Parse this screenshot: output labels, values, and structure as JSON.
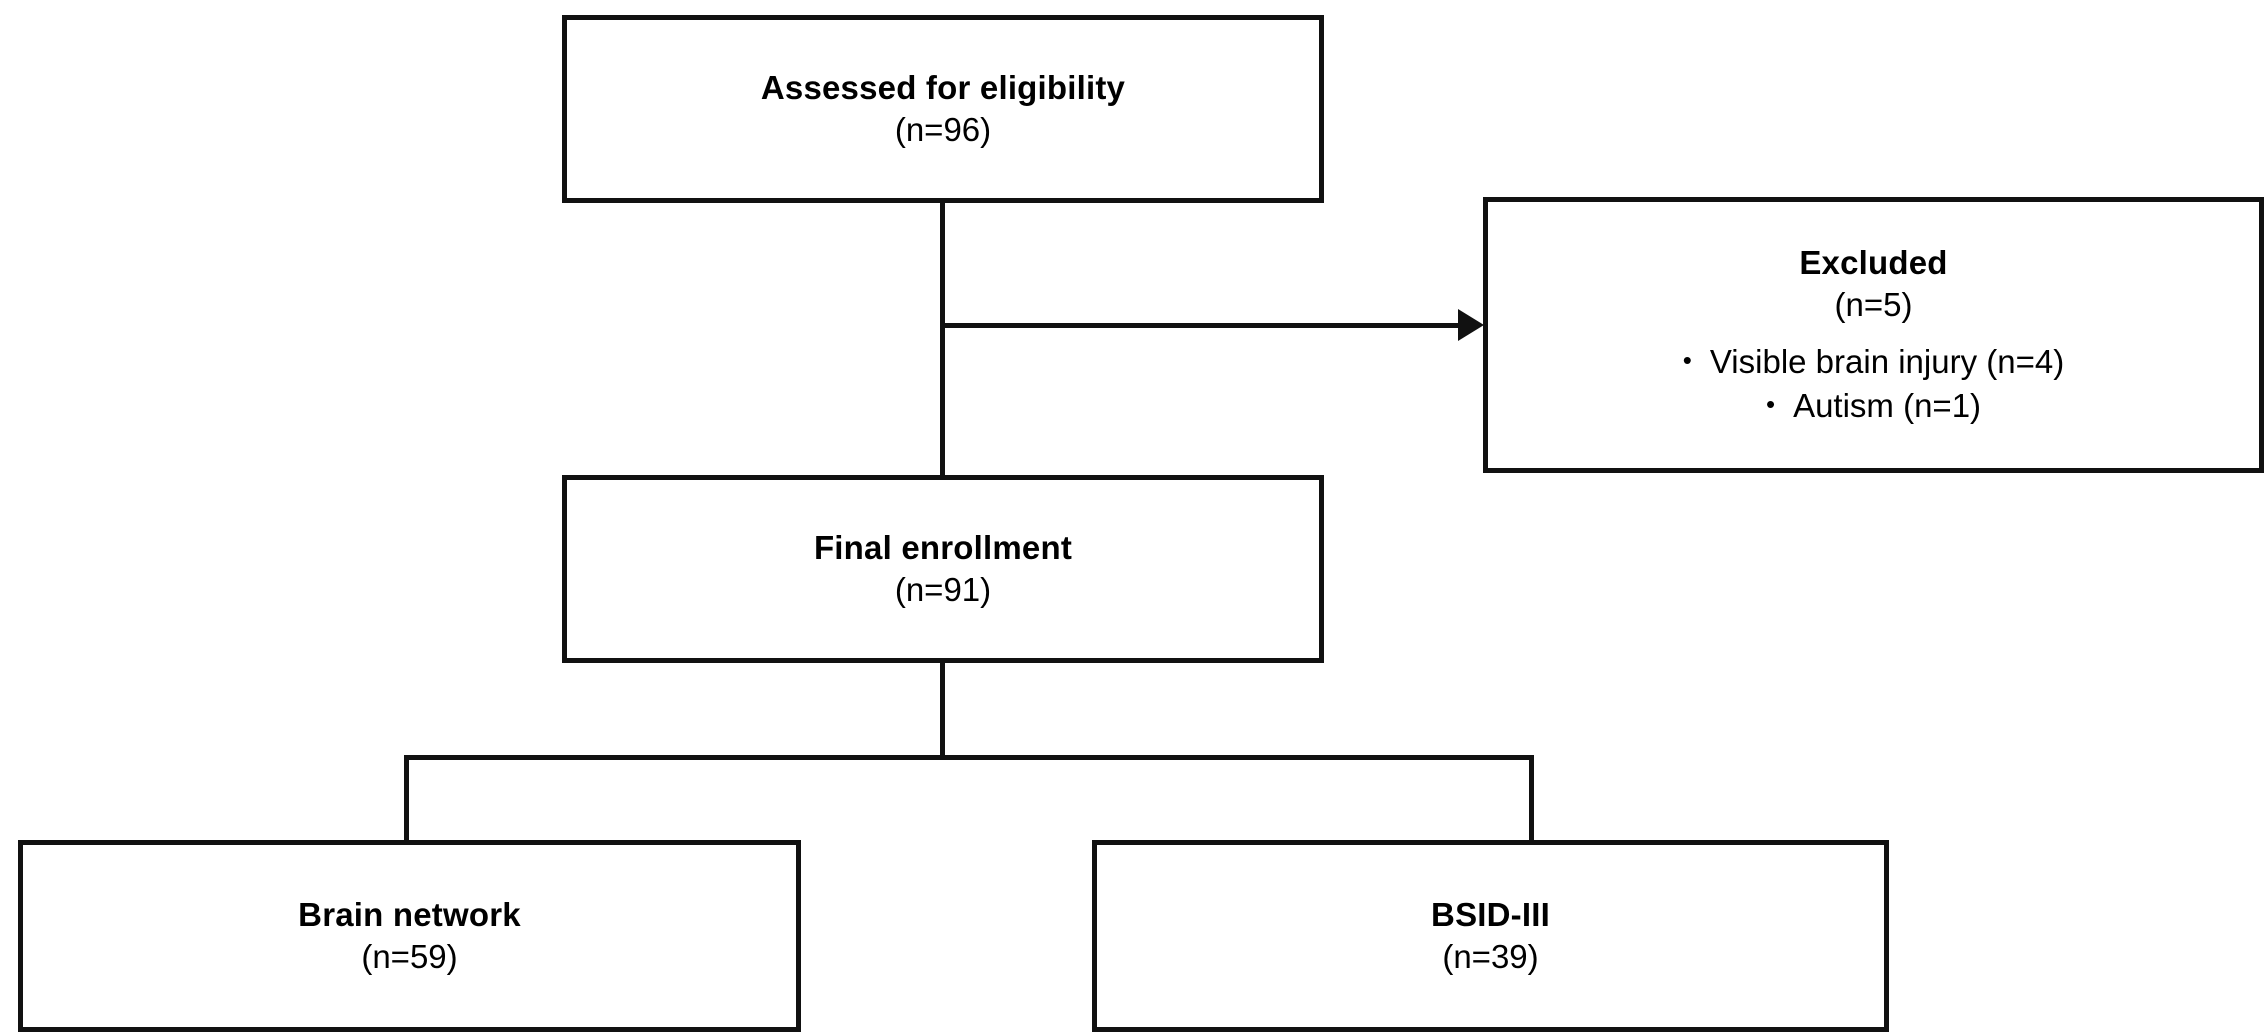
{
  "diagram": {
    "type": "participant-flow-chart",
    "nodes": [
      {
        "id": "assessed",
        "title": "Assessed for eligibility",
        "count": "(n=96)"
      },
      {
        "id": "excluded",
        "title": "Excluded",
        "count": "(n=5)",
        "bullets": [
          {
            "marker": "•",
            "text": "Visible brain injury (n=4)"
          },
          {
            "marker": "•",
            "text": "Autism (n=1)"
          }
        ]
      },
      {
        "id": "final-enrollment",
        "title": "Final enrollment",
        "count": "(n=91)"
      },
      {
        "id": "brain-network",
        "title": "Brain network",
        "count": "(n=59)"
      },
      {
        "id": "bsid",
        "title": "BSID-III",
        "count": "(n=39)"
      }
    ],
    "colors": {
      "stroke": "#111111",
      "fill": "#ffffff",
      "text": "#000000"
    }
  }
}
